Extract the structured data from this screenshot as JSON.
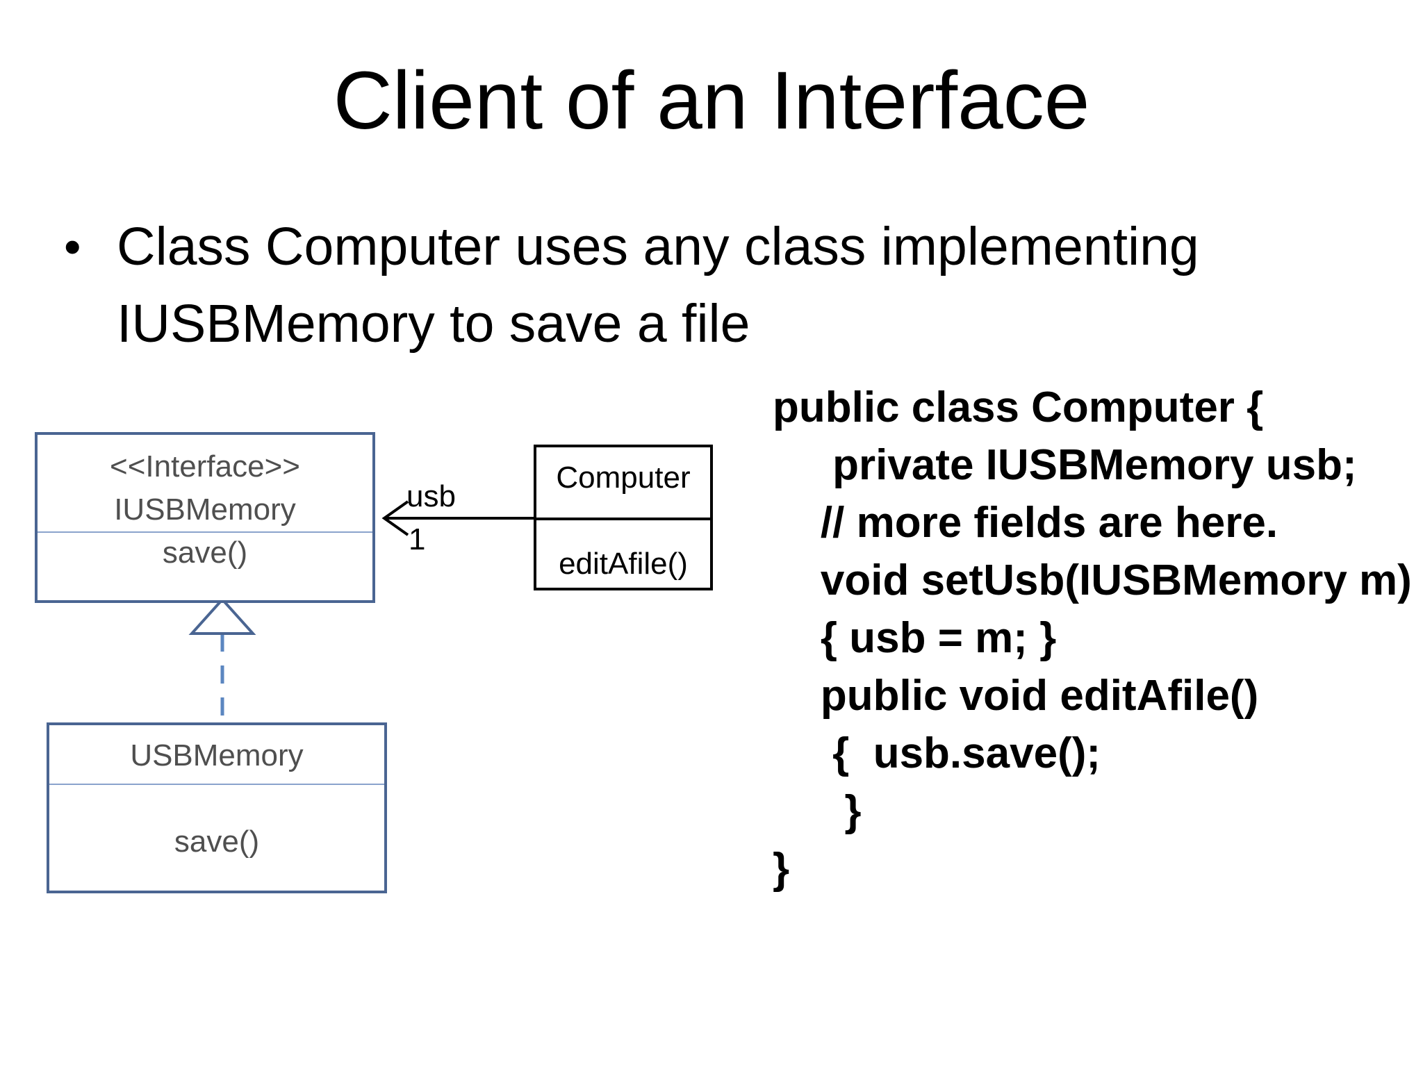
{
  "slide": {
    "title": "Client of an Interface",
    "bullet": {
      "symbol": "•",
      "lines": [
        "Class Computer uses any class implementing",
        "IUSBMemory to save a file"
      ]
    }
  },
  "diagram": {
    "interface_box": {
      "stereotype": "<<Interface>>",
      "name": "IUSBMemory",
      "method": "save()"
    },
    "class_box": {
      "name": "USBMemory",
      "method": "save()"
    },
    "computer_box": {
      "name": "Computer",
      "method": "editAfile()"
    },
    "association": {
      "role": "usb",
      "multiplicity": "1"
    },
    "colors": {
      "uml_blue": "#4a6592",
      "uml_light_blue": "#5b86c0"
    }
  },
  "code": {
    "lines": [
      "public class Computer {",
      "     private IUSBMemory usb;",
      "    // more fields are here.",
      "    void setUsb(IUSBMemory m)",
      "    { usb = m; }",
      "    public void editAfile()",
      "     {  usb.save();",
      "      }",
      "}"
    ]
  }
}
